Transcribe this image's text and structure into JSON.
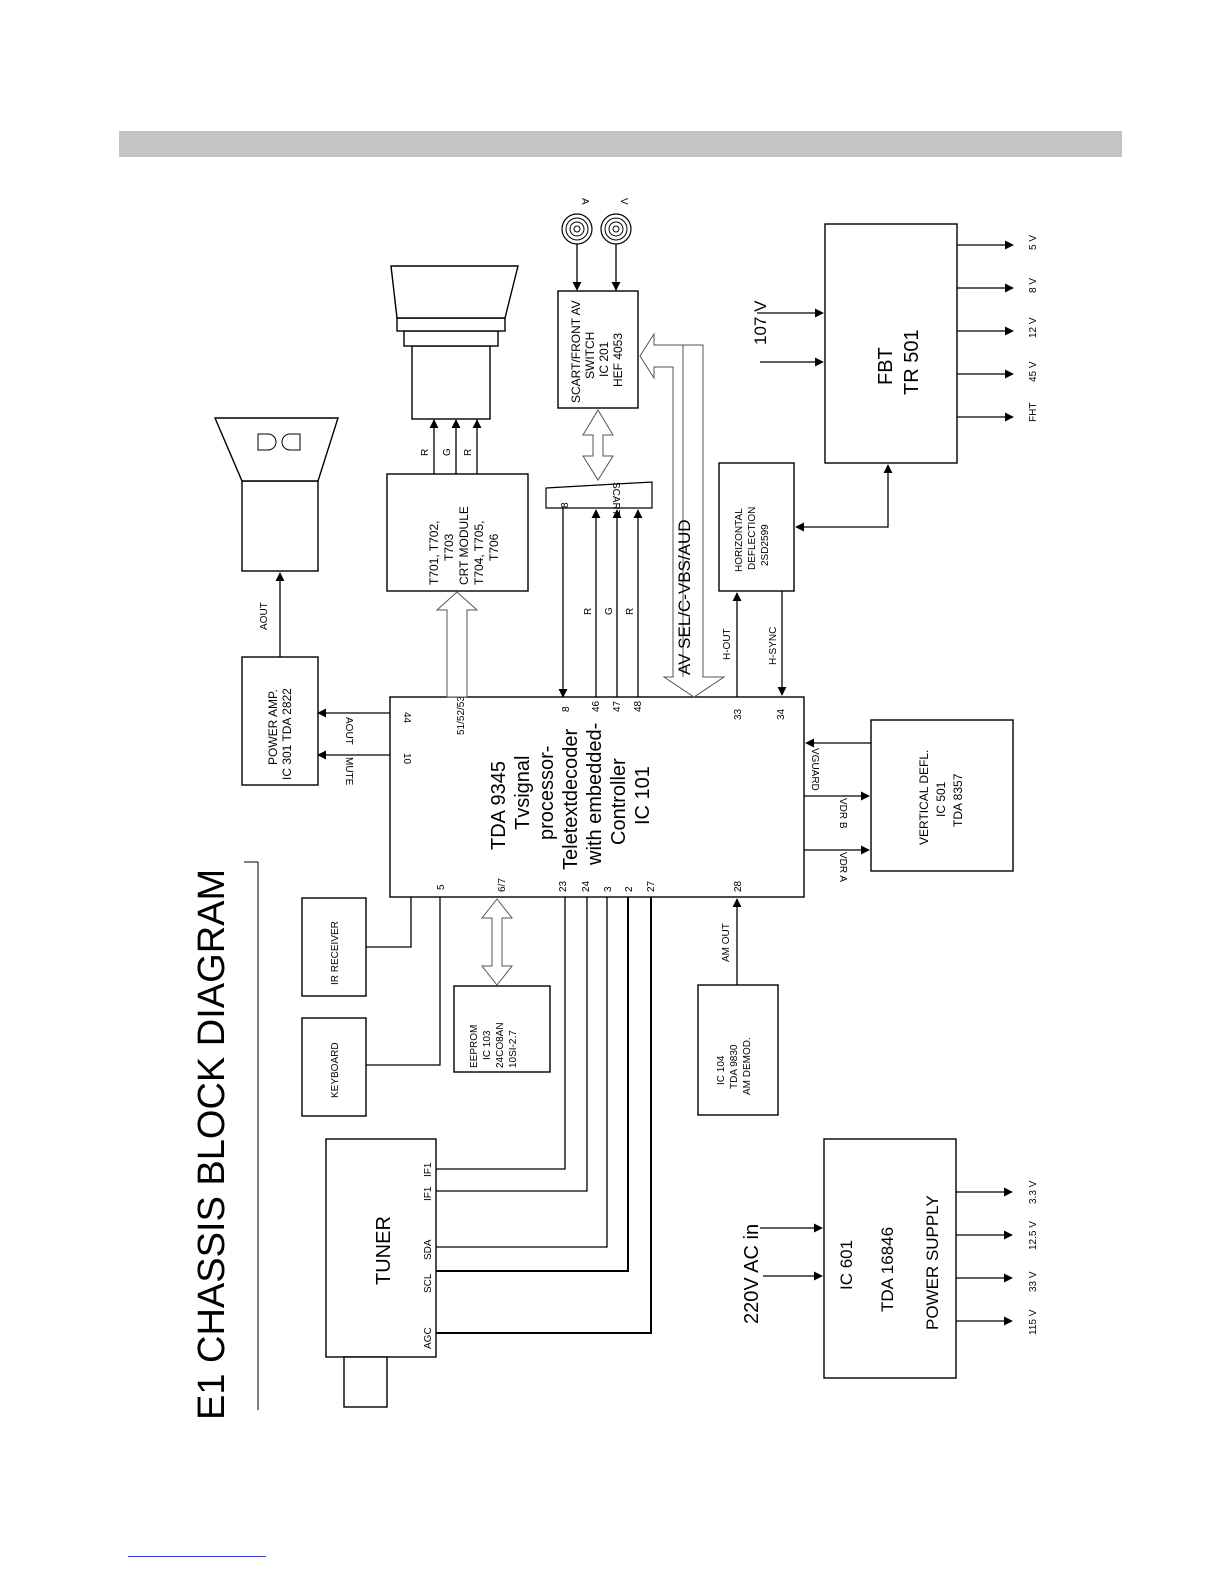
{
  "title": "E1 CHASSIS BLOCK DIAGRAM",
  "main_ic": {
    "lines": [
      "TDA 9345",
      "Tvsignal",
      "processor-",
      "Teletextdecoder",
      "with embedded-",
      "Controller",
      "IC 101"
    ],
    "pins": {
      "p44": "44",
      "p10": "10",
      "p5": "5",
      "p67": "6/7",
      "p23": "23",
      "p24": "24",
      "p3": "3",
      "p2": "2",
      "p27": "27",
      "p28": "28",
      "p515253": "51/52/53",
      "p8": "8",
      "p46": "46",
      "p47": "47",
      "p48": "48",
      "p33": "33",
      "p34": "34"
    }
  },
  "power_amp": {
    "lines": [
      "POWER AMP.",
      "IC 301 TDA 2822"
    ]
  },
  "crt_module": {
    "lines": [
      "T701, T702,",
      "T703",
      "CRT MODULE",
      "T704, T705,",
      "T706"
    ]
  },
  "av_switch": {
    "lines": [
      "SCART/FRONT AV",
      "SWITCH",
      "IC 201",
      "HEF 4053"
    ]
  },
  "jacks": {
    "a": "A",
    "v": "V"
  },
  "scart": "SCART",
  "scart_pin": "8",
  "fbt": {
    "lines": [
      "FBT",
      "TR 501"
    ],
    "input": "107 V",
    "outputs": [
      "5 V",
      "8 V",
      "12 V",
      "45 V",
      "FHT"
    ]
  },
  "horiz_defl": {
    "lines": [
      "HORIZONTAL",
      "DEFLECTION",
      "2SD2599"
    ]
  },
  "vert_defl": {
    "lines": [
      "VERTICAL DEFL.",
      "IC 501",
      "TDA 8357"
    ]
  },
  "ir_receiver": "IR RECEIVER",
  "keyboard": "KEYBOARD",
  "eeprom": {
    "lines": [
      "EEPROM",
      "IC 103",
      "24CO8AN",
      "10SI-2.7"
    ]
  },
  "am_demod": {
    "lines": [
      "IC 104",
      "TDA 9830",
      "AM DEMOD."
    ]
  },
  "tuner": {
    "label": "TUNER",
    "pins": [
      "IF1",
      "IF1",
      "SDA",
      "SCL",
      "AGC"
    ]
  },
  "power_supply": {
    "lines": [
      "IC 601",
      "TDA 16846",
      "POWER SUPPLY"
    ],
    "input": "220V AC in",
    "outputs": [
      "3.3 V",
      "12.5 V",
      "33 V",
      "115 V"
    ]
  },
  "signals": {
    "aout_top": "AOUT",
    "aout_pin": "AOUT",
    "mute": "MUTE",
    "r1": "R",
    "g": "G",
    "r2": "R",
    "crt_r1": "R",
    "crt_g": "G",
    "crt_r2": "R",
    "av_sel": "AV SEL/C-VBS/AUD",
    "h_out": "H-OUT",
    "h_sync": "H-SYNC",
    "vguard": "VGUARD",
    "vdr_b": "VDR B",
    "vdr_a": "VDR A",
    "am_out": "AM OUT"
  }
}
